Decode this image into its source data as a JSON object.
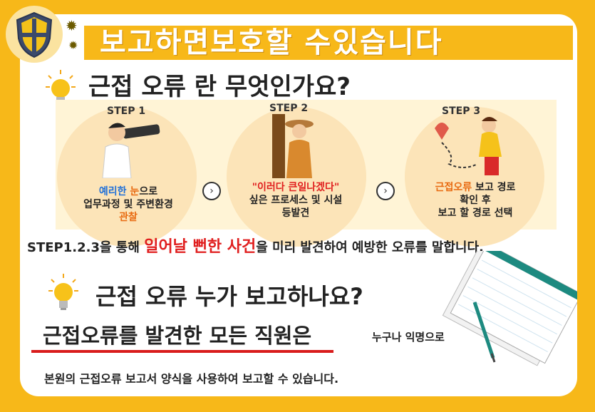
{
  "banner": {
    "title": "보고하면보호할 수있습니다"
  },
  "section1": {
    "heading": "근접 오류 란 무엇인가요?"
  },
  "steps": [
    {
      "label": "STEP 1",
      "text_blue": "예리한",
      "text_orange": " 눈",
      "text_rest1": "으로",
      "text_rest2": "업무과정 및 주변환경",
      "text_orange2": "관찰"
    },
    {
      "label": "STEP 2",
      "quote": "\"이러다 큰일나겠다\"",
      "text1": "싶은 프로세스 및 시설",
      "text2": "등발견"
    },
    {
      "label": "STEP 3",
      "text_orange": "근접오류",
      "text1": " 보고 경로",
      "text2": "확인 후",
      "text3": "보고 할 경로 선택"
    }
  ],
  "summary": {
    "before": "STEP1.2.3을 통해 ",
    "highlight": "일어날 뻔한 사건",
    "after": "을 미리 발견하여 예방한 오류를 말합니다."
  },
  "section2": {
    "heading": "근접 오류 누가 보고하나요?"
  },
  "who": {
    "big": "근접오류를 발견한 모든 직원은",
    "small": "누구나 익명으로"
  },
  "footer": {
    "text": "본원의 근접오류 보고서 양식을 사용하여  보고할 수 있습니다."
  },
  "icons": [
    "shield-icon",
    "gear-icon",
    "lightbulb-icon",
    "telescope-person-illustration",
    "detective-illustration",
    "map-person-illustration",
    "chevron-right-icon",
    "notebook-pen-illustration"
  ],
  "colors": {
    "background": "#f7b819",
    "card": "#ffffff",
    "highlight_red": "#e01e1e",
    "accent_blue": "#1e6fd9",
    "accent_orange": "#e86a10"
  }
}
